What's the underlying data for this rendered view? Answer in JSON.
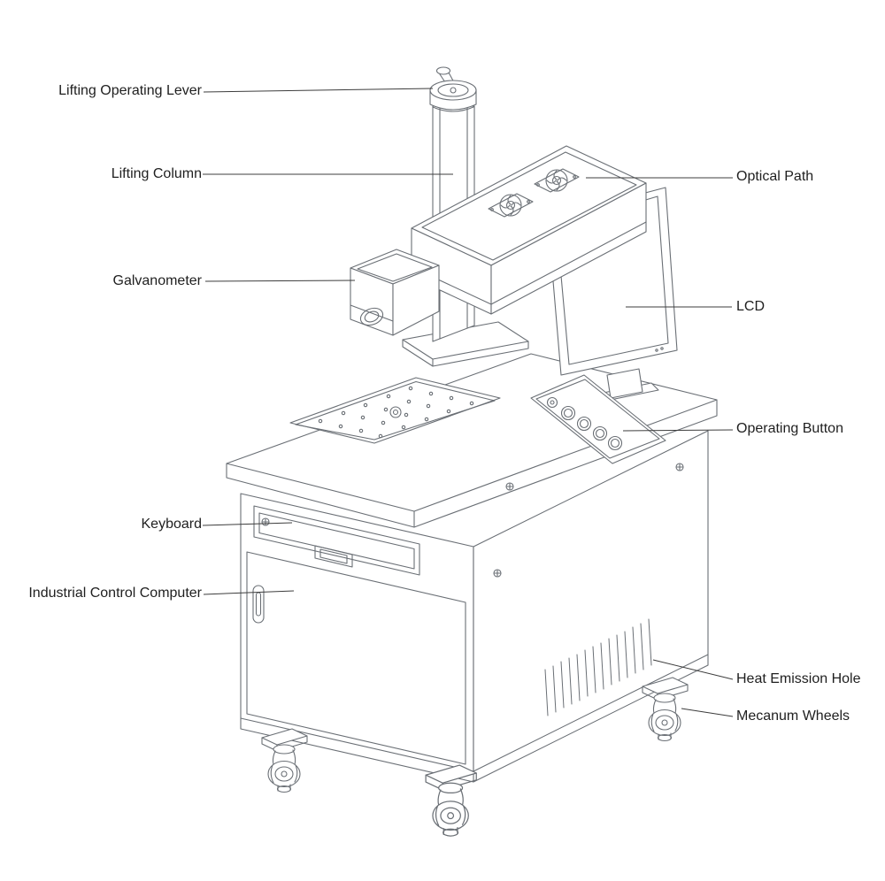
{
  "diagram": {
    "labels": {
      "lifting_operating_lever": "Lifting Operating Lever",
      "lifting_column": "Lifting Column",
      "galvanometer": "Galvanometer",
      "keyboard": "Keyboard",
      "industrial_control_computer": "Industrial Control Computer",
      "optical_path": "Optical Path",
      "lcd": "LCD",
      "operating_button": "Operating Button",
      "heat_emission_hole": "Heat Emission Hole",
      "mecanum_wheels": "Mecanum Wheels"
    },
    "colors": {
      "line": "#6a6f75",
      "leader": "#3c3c3c",
      "label_text": "#1f1f1f",
      "background": "#ffffff"
    }
  }
}
